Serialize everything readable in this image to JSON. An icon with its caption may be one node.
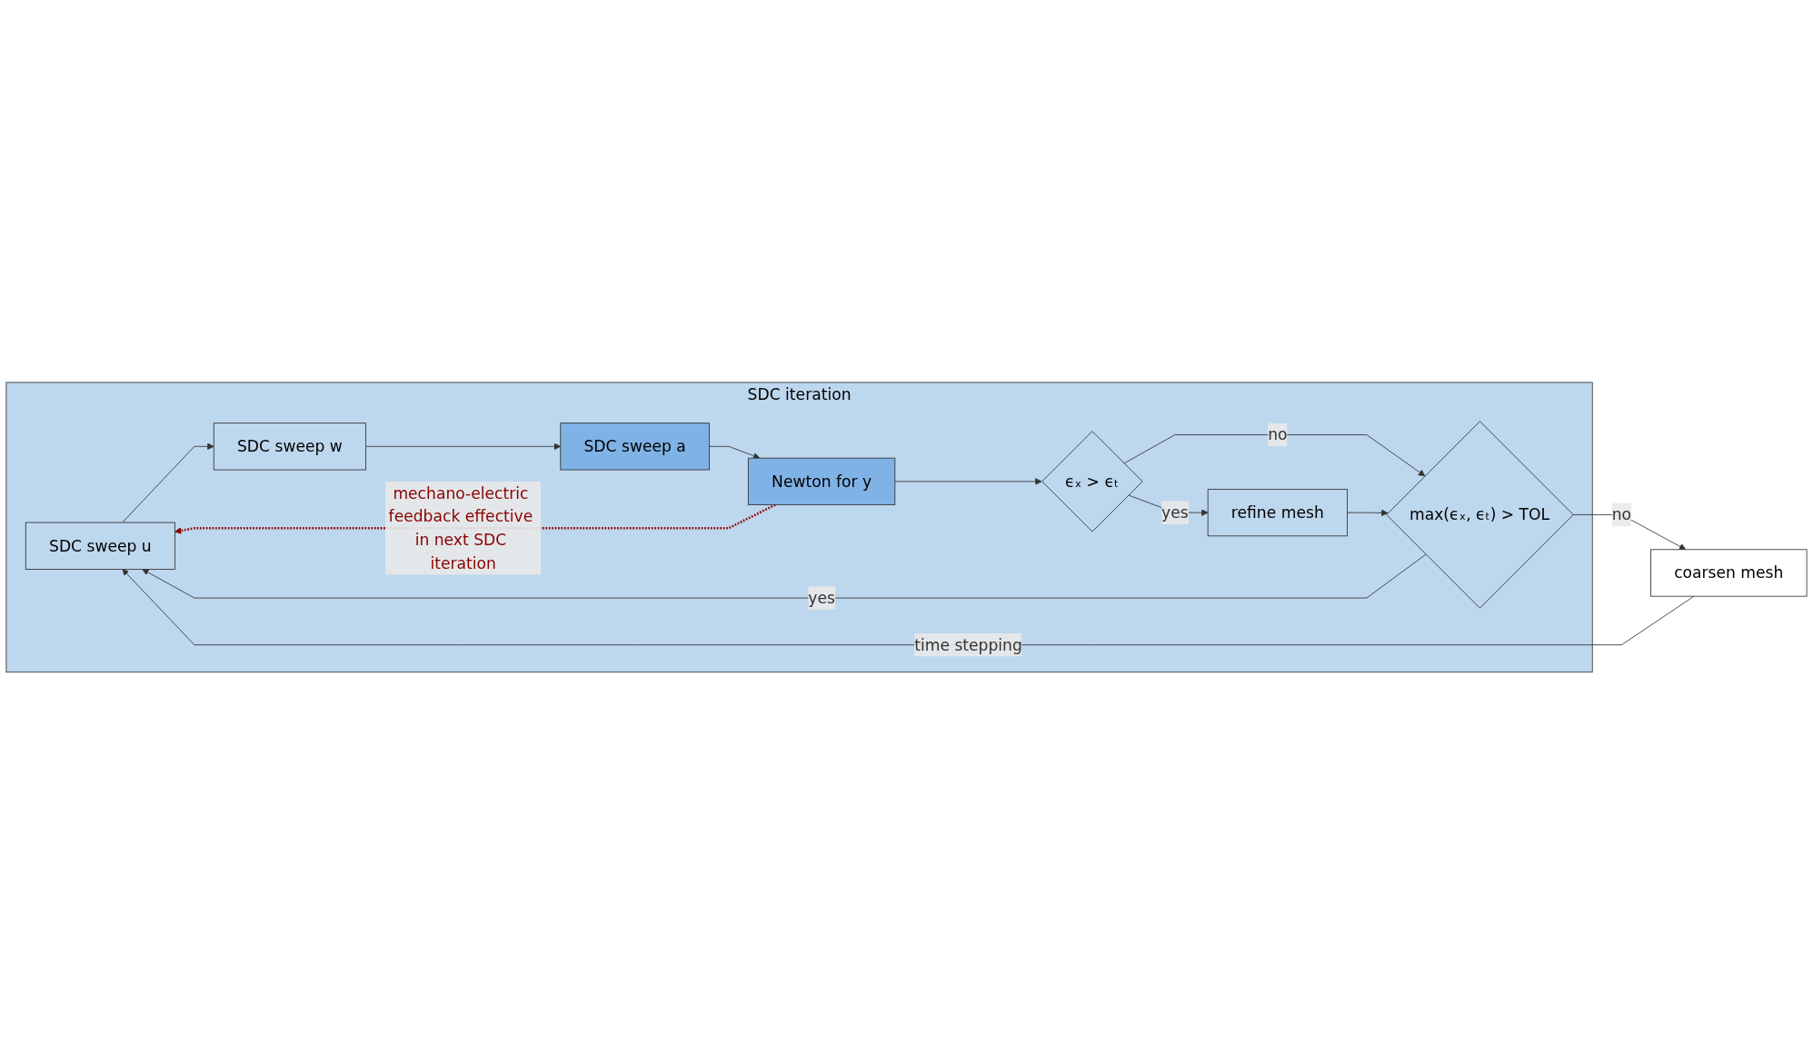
{
  "diagram": {
    "nodes": [
      {
        "text": [
          "SDC iteration"
        ]
      },
      {
        "text": [
          "SDC sweep u"
        ],
        "in": 0
      },
      {
        "text": [
          "SDC sweep w"
        ],
        "in": 0
      },
      {
        "text": [
          "SDC sweep a"
        ],
        "in": 0
      },
      {
        "text": [
          "Newton for y"
        ],
        "in": 0
      },
      {
        "text": [
          "ϵₓ > ϵₜ"
        ],
        "in": 0
      },
      {
        "text": [
          "refine mesh"
        ],
        "in": 0
      },
      {
        "text": [
          "max(ϵₓ, ϵₜ) > TOL"
        ],
        "in": 0
      },
      {
        "text": [
          "coarsen mesh"
        ]
      }
    ],
    "edges": [
      {
        "from": 1,
        "to": 2,
        "arrow": "to"
      },
      {
        "from": 2,
        "to": 3,
        "arrow": "to"
      },
      {
        "from": 3,
        "to": 4,
        "arrow": "to"
      },
      {
        "from": 4,
        "to": 5,
        "arrow": "to"
      },
      {
        "from": 5,
        "to": 7,
        "arrow": "to",
        "label": "no"
      },
      {
        "from": 5,
        "to": 6,
        "arrow": "to",
        "label": "yes"
      },
      {
        "from": 6,
        "to": 7,
        "arrow": "to"
      },
      {
        "from": 7,
        "to": 8,
        "arrow": "to",
        "label": "no"
      },
      {
        "from": 7,
        "to": 1,
        "arrow": "to",
        "label": "yes"
      },
      {
        "from": 8,
        "to": 1,
        "arrow": "to",
        "label": "time stepping"
      },
      {
        "from": 4,
        "to": 1,
        "arrow": "to",
        "label": "mechano-electric feedback effective in next SDC iteration",
        "style": "dashed",
        "color": "#8b0000"
      }
    ]
  }
}
